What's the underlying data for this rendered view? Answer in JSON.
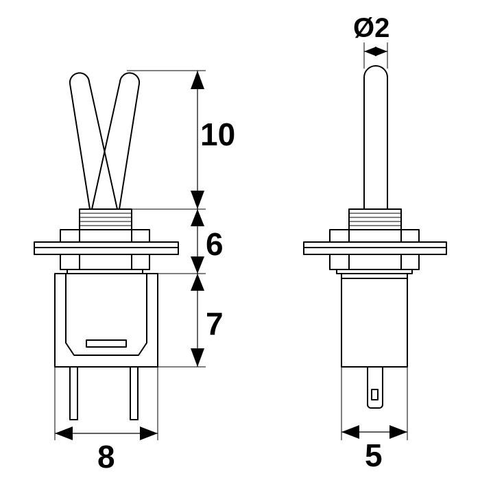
{
  "dimensions": {
    "lever_height": "10",
    "bushing_height": "6",
    "body_height": "7",
    "body_width": "8",
    "side_width": "5",
    "lever_diameter": "Ø2"
  }
}
